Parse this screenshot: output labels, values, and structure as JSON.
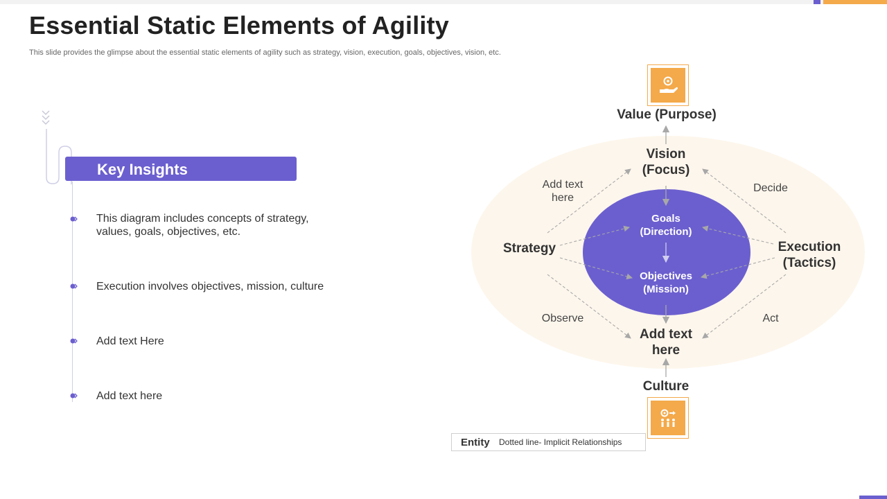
{
  "title": "Essential Static Elements of Agility",
  "subtitle": "This slide provides the glimpse about the essential static elements of agility such as strategy, vision, execution, goals, objectives, vision, etc.",
  "insights": {
    "heading": "Key Insights",
    "items": [
      "This diagram includes concepts of strategy, values, goals, objectives, etc.",
      "Execution involves objectives, mission, culture",
      "Add text Here",
      "Add text here"
    ]
  },
  "diagram": {
    "top": "Value (Purpose)",
    "vision": "Vision (Focus)",
    "strategy": "Strategy",
    "execution": "Execution (Tactics)",
    "bottom_node": "Add text here",
    "culture": "Culture",
    "goals": "Goals (Direction)",
    "objectives": "Objectives (Mission)",
    "edge_labels": {
      "strategy_vision": "Add text here",
      "execution_vision": "Decide",
      "strategy_bottom": "Observe",
      "execution_bottom": "Act"
    },
    "icons": {
      "top": "hand-coin-icon",
      "bottom": "people-gear-icon"
    }
  },
  "legend": {
    "entity": "Entity",
    "description": "Dotted line- Implicit Relationships"
  },
  "colors": {
    "accent_purple": "#6b5fcf",
    "accent_orange": "#f4a94a",
    "outer_ellipse": "#fdf6ec"
  }
}
